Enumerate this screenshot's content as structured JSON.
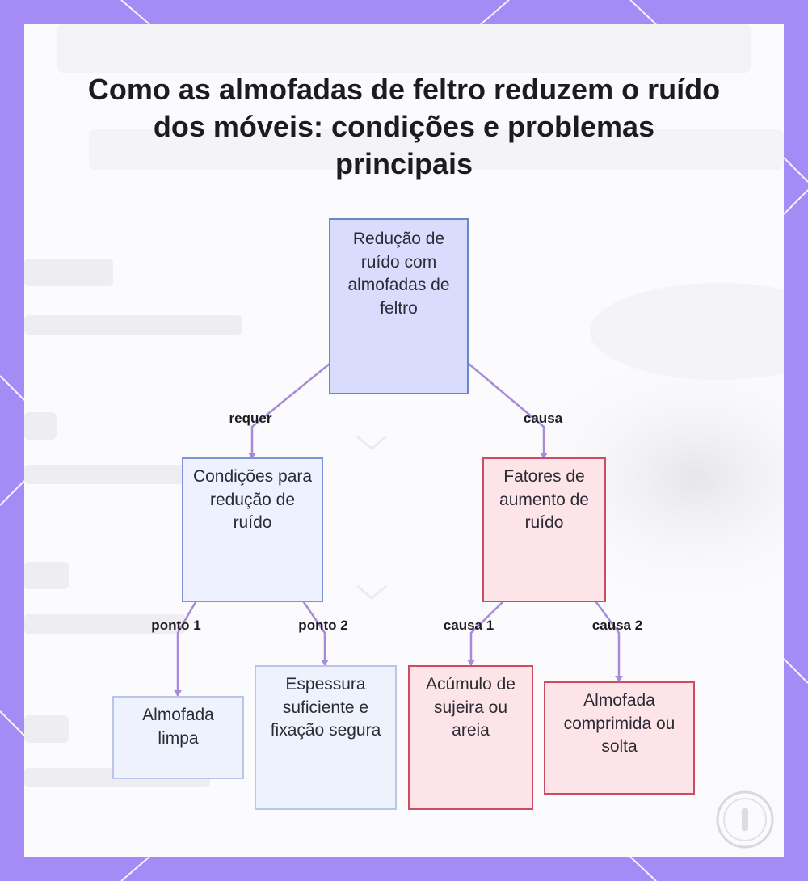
{
  "title": "Como as almofadas de feltro reduzem o ruído dos móveis: condições e problemas principais",
  "nodes": {
    "root": "Redução de ruído com almofadas de feltro",
    "conditions": "Condições para redução de ruído",
    "factors": "Fatores de aumento de ruído",
    "clean_pad": "Almofada limpa",
    "thickness": "Espessura suficiente e fixação segura",
    "dirt": "Acúmulo de sujeira ou areia",
    "compressed": "Almofada comprimida ou solta"
  },
  "edge_labels": {
    "requires": "requer",
    "causes": "causa",
    "point1": "ponto 1",
    "point2": "ponto 2",
    "cause1": "causa 1",
    "cause2": "causa 2"
  },
  "colors": {
    "frame": "#a48bf5",
    "edge": "#a78bd8",
    "root_fill": "#d9dcfd",
    "red_border": "#cc4c64",
    "red_fill": "#fde4e8"
  }
}
